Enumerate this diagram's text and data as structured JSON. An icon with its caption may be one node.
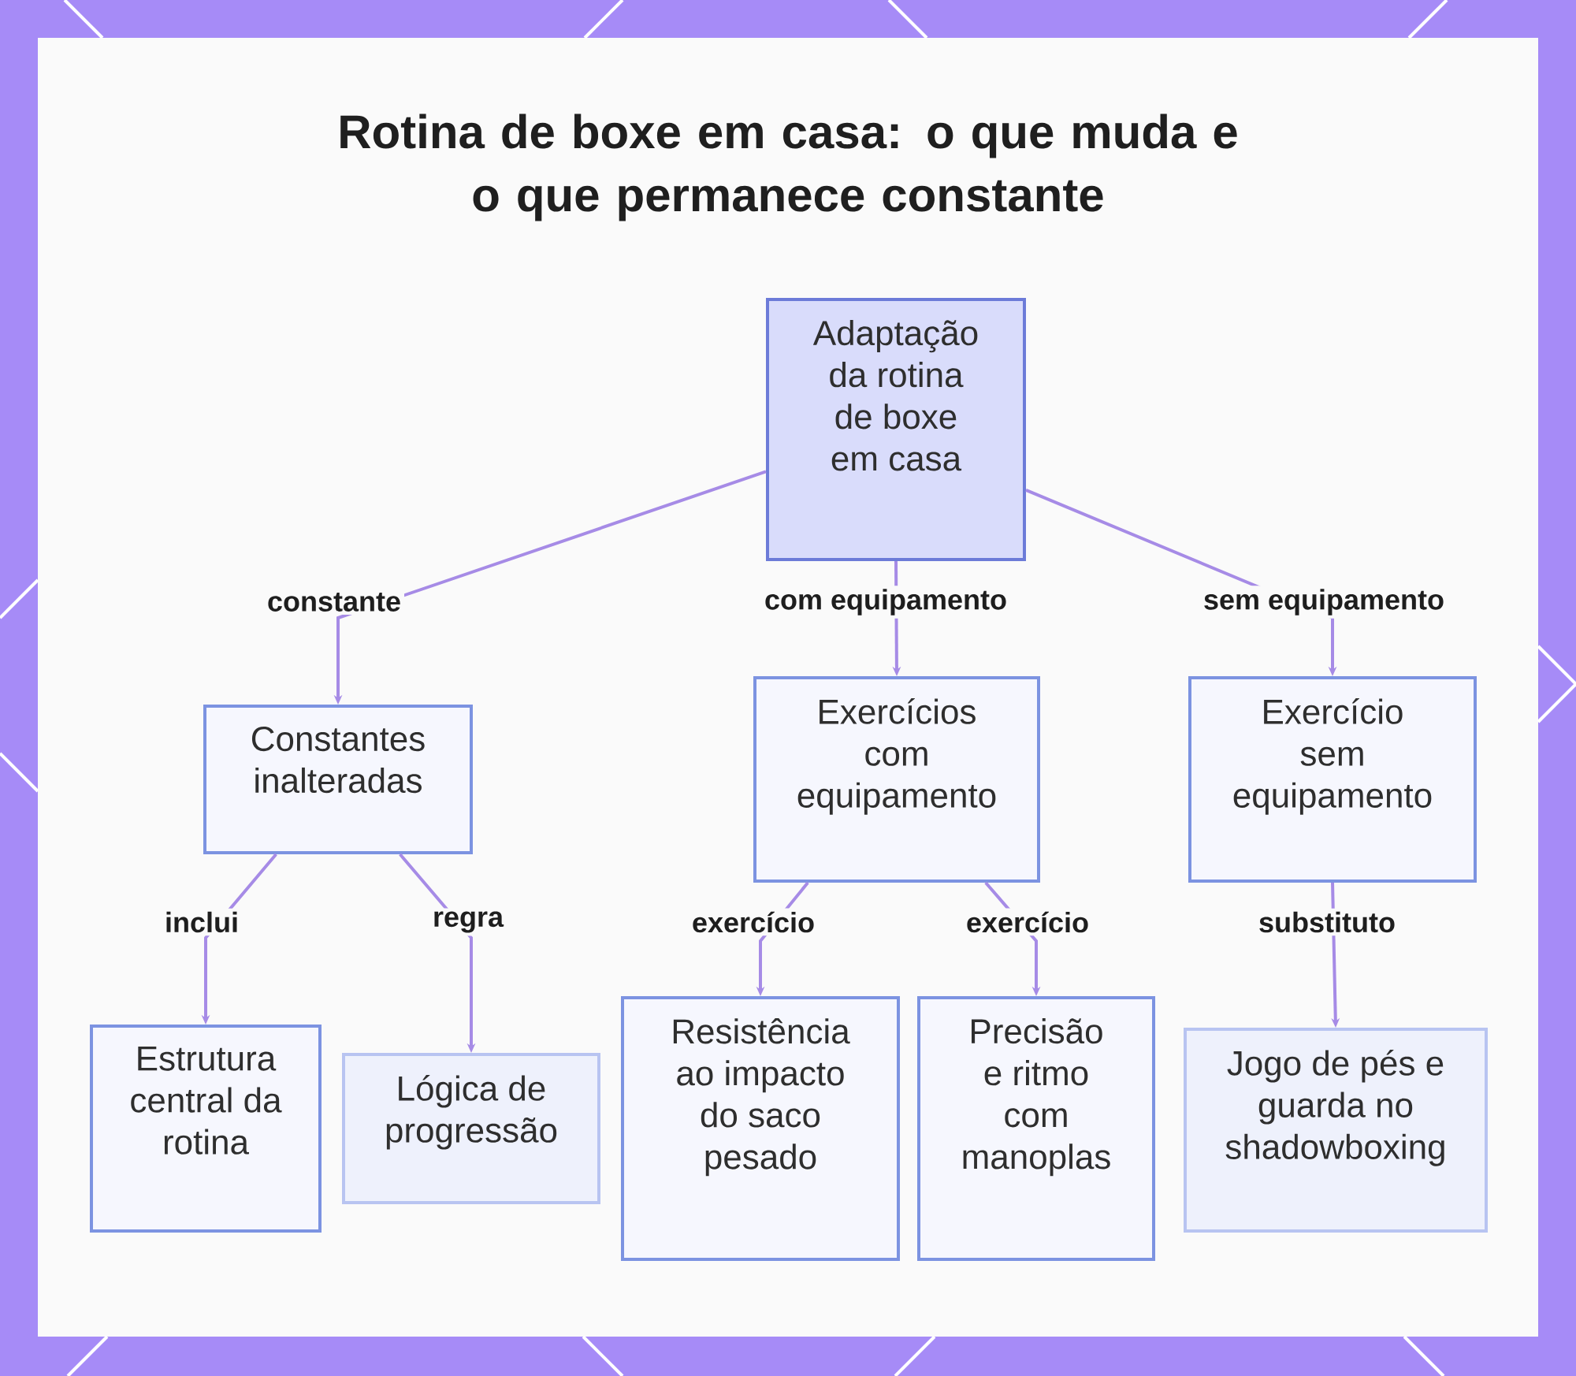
{
  "diagram": {
    "title": "Rotina de boxe em casa: o que muda e o que permanece constante",
    "nodes": [
      {
        "text": [
          "Adaptação da rotina de boxe em casa"
        ]
      },
      {
        "text": [
          "Constantes inalteradas"
        ]
      },
      {
        "text": [
          "Exercícios com equipamento"
        ]
      },
      {
        "text": [
          "Exercício sem equipamento"
        ]
      },
      {
        "text": [
          "Estrutura central da rotina"
        ]
      },
      {
        "text": [
          "Lógica de progressão"
        ]
      },
      {
        "text": [
          "Resistência ao impacto do saco pesado"
        ]
      },
      {
        "text": [
          "Precisão e ritmo com manoplas"
        ]
      },
      {
        "text": [
          "Jogo de pés e guarda no shadowboxing"
        ]
      }
    ],
    "edges": [
      {
        "from": 0,
        "to": 1,
        "arrow": "to",
        "label": "constante"
      },
      {
        "from": 0,
        "to": 2,
        "arrow": "to",
        "label": "com equipamento"
      },
      {
        "from": 0,
        "to": 3,
        "arrow": "to",
        "label": "sem equipamento"
      },
      {
        "from": 1,
        "to": 4,
        "arrow": "to",
        "label": "inclui"
      },
      {
        "from": 1,
        "to": 5,
        "arrow": "to",
        "label": "regra"
      },
      {
        "from": 2,
        "to": 6,
        "arrow": "to",
        "label": "exercício"
      },
      {
        "from": 2,
        "to": 7,
        "arrow": "to",
        "label": "exercício"
      },
      {
        "from": 3,
        "to": 8,
        "arrow": "to",
        "label": "substituto"
      }
    ]
  }
}
